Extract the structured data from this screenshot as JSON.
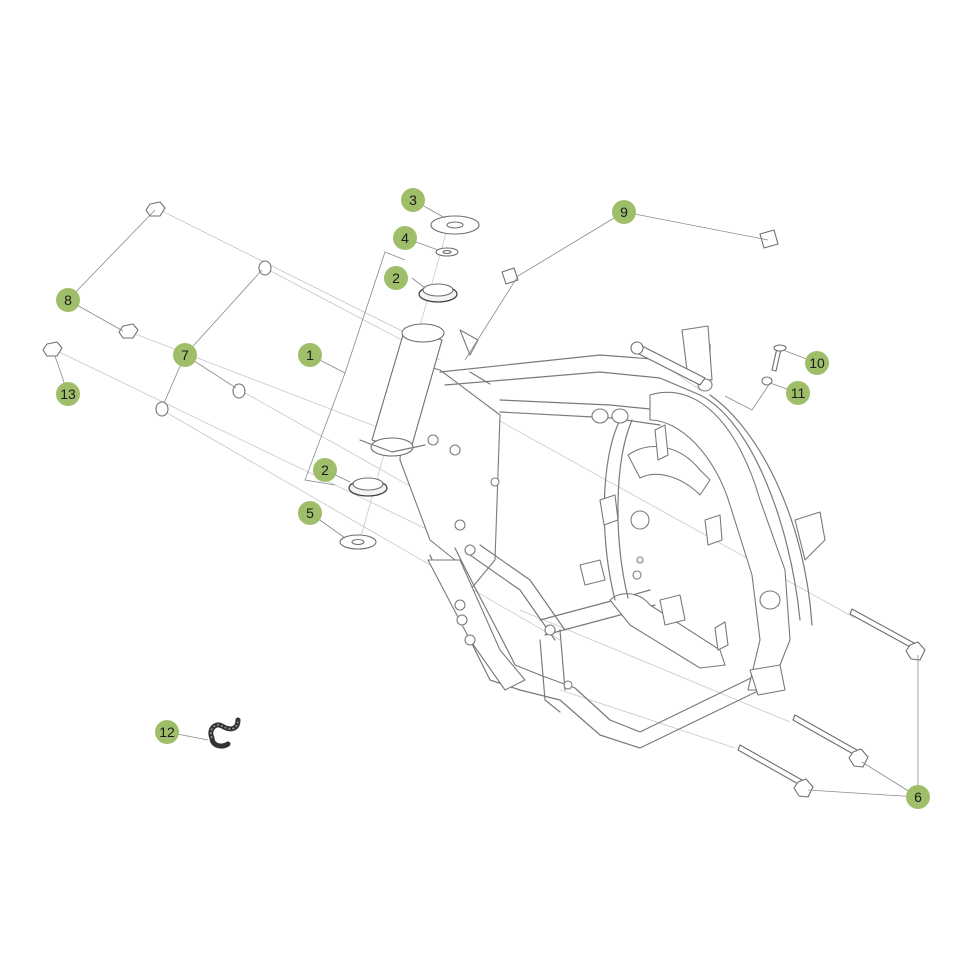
{
  "callouts": [
    {
      "id": "c1",
      "label": "1"
    },
    {
      "id": "c2a",
      "label": "2"
    },
    {
      "id": "c2b",
      "label": "2"
    },
    {
      "id": "c3",
      "label": "3"
    },
    {
      "id": "c4",
      "label": "4"
    },
    {
      "id": "c5",
      "label": "5"
    },
    {
      "id": "c6",
      "label": "6"
    },
    {
      "id": "c7",
      "label": "7"
    },
    {
      "id": "c8",
      "label": "8"
    },
    {
      "id": "c9",
      "label": "9"
    },
    {
      "id": "c10",
      "label": "10"
    },
    {
      "id": "c11",
      "label": "11"
    },
    {
      "id": "c12",
      "label": "12"
    },
    {
      "id": "c13",
      "label": "13"
    }
  ],
  "colors": {
    "badge": "#9fbe6a",
    "line": "#7a7a7a",
    "background": "#ffffff"
  }
}
